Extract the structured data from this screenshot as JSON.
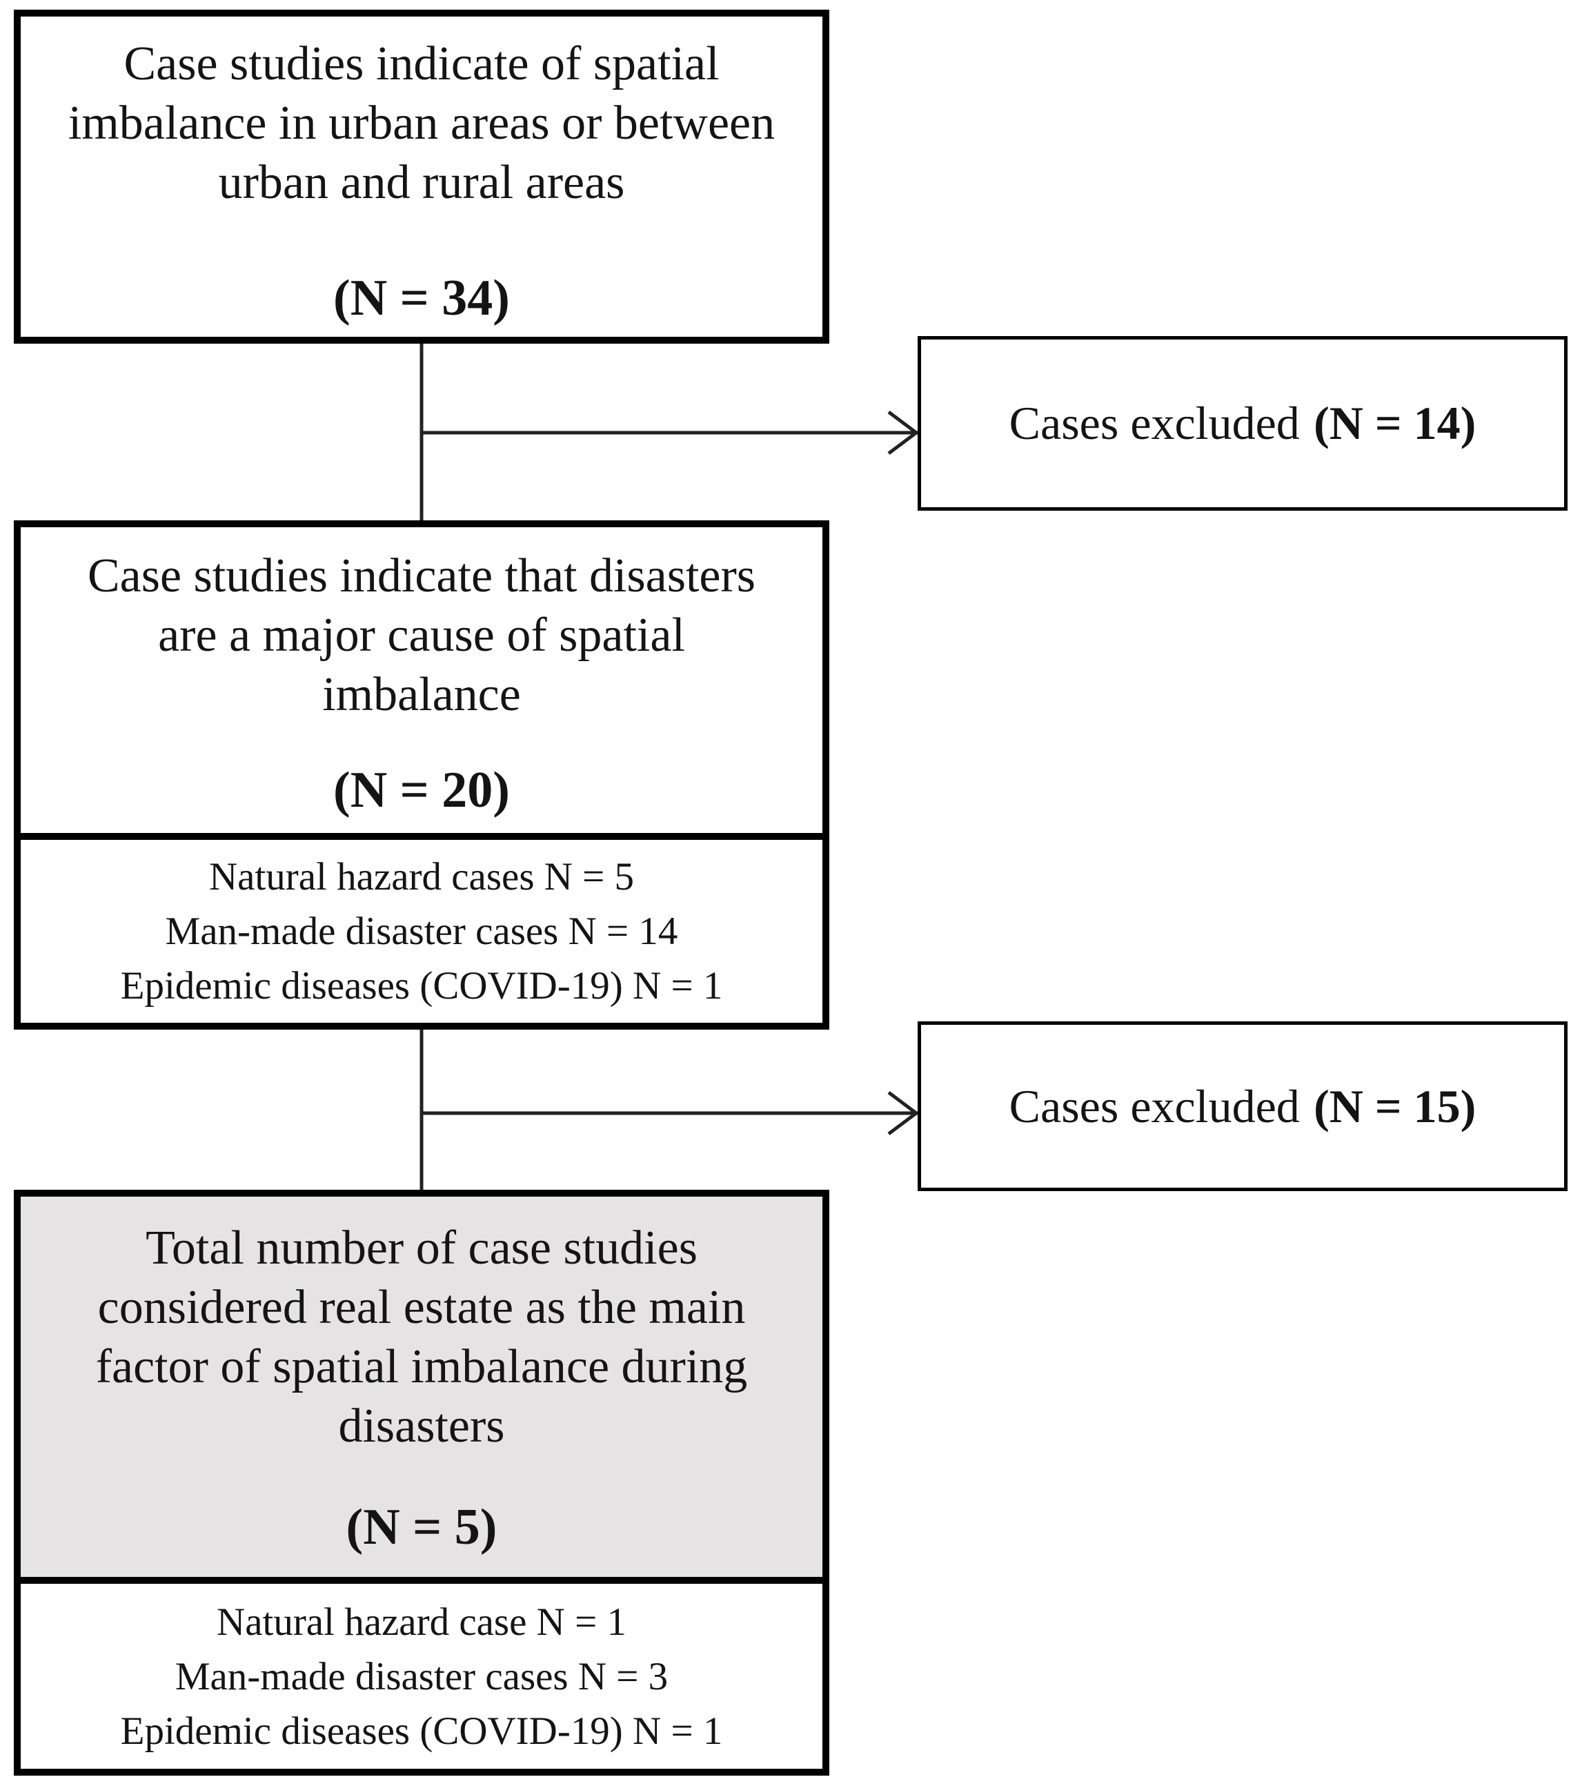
{
  "diagram": {
    "background_color": "#ffffff",
    "border_color": "#000000",
    "highlight_fill_color": "#e5e3e3",
    "connector_color": "#222222",
    "boxes": {
      "initial": {
        "lines": [
          "Case studies indicate of spatial",
          "imbalance in urban areas or between",
          "urban and rural areas"
        ],
        "n": "(N = 34)"
      },
      "excluded1": {
        "label": "Cases excluded",
        "n": "(N = 14)"
      },
      "disasters": {
        "lines": [
          "Case studies indicate that disasters",
          "are a major cause of spatial",
          "imbalance"
        ],
        "n": "(N = 20)"
      },
      "disasters_breakdown": {
        "lines": [
          "Natural hazard cases N = 5",
          "Man-made disaster cases N = 14",
          "Epidemic diseases (COVID-19) N = 1"
        ]
      },
      "excluded2": {
        "label": "Cases excluded",
        "n": "(N = 15)"
      },
      "final": {
        "lines": [
          "Total number of case studies",
          "considered real estate as the main",
          "factor of spatial imbalance during",
          "disasters"
        ],
        "n": "(N = 5)"
      },
      "final_breakdown": {
        "lines": [
          "Natural hazard case N = 1",
          "Man-made disaster cases N = 3",
          "Epidemic diseases (COVID-19) N = 1"
        ]
      }
    }
  }
}
